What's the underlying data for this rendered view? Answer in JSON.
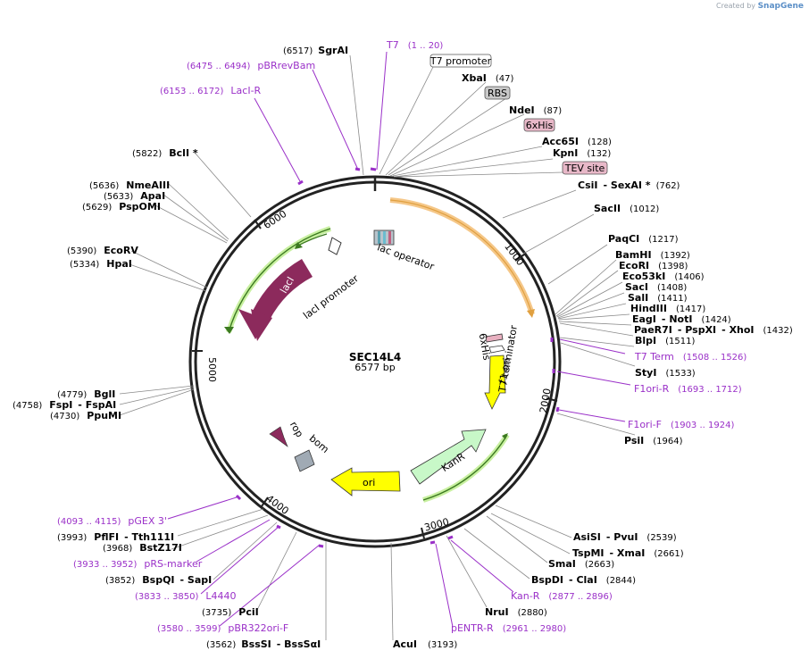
{
  "credit": {
    "created_by": "Created by",
    "brand": "SnapGene"
  },
  "plasmid": {
    "name": "SEC14L4",
    "size": "6577 bp"
  },
  "ticks": [
    "1000",
    "2000",
    "3000",
    "4000",
    "5000",
    "6000"
  ],
  "colors": {
    "primer": "#9a30c8",
    "line": "#8a8a8a",
    "backbone": "#222222"
  },
  "enzymes": [
    {
      "name": "SgrAI",
      "pos": "(6517)"
    },
    {
      "name": "XbaI",
      "pos": "(47)"
    },
    {
      "name": "NdeI",
      "pos": "(87)"
    },
    {
      "name": "Acc65I",
      "pos": "(128)"
    },
    {
      "name": "KpnI",
      "pos": "(132)"
    },
    {
      "name": "CsiI",
      "name2": "SexAI *",
      "pos": "(762)"
    },
    {
      "name": "SacII",
      "pos": "(1012)"
    },
    {
      "name": "PaqCI",
      "pos": "(1217)"
    },
    {
      "name": "BamHI",
      "pos": "(1392)"
    },
    {
      "name": "EcoRI",
      "pos": "(1398)"
    },
    {
      "name": "Eco53kI",
      "pos": "(1406)"
    },
    {
      "name": "SacI",
      "pos": "(1408)"
    },
    {
      "name": "SalI",
      "pos": "(1411)"
    },
    {
      "name": "HindIII",
      "pos": "(1417)"
    },
    {
      "name": "EagI",
      "name2": "NotI",
      "pos": "(1424)"
    },
    {
      "name": "PaeR7I",
      "name2": "PspXI",
      "name3": "XhoI",
      "pos": "(1432)"
    },
    {
      "name": "BlpI",
      "pos": "(1511)"
    },
    {
      "name": "StyI",
      "pos": "(1533)"
    },
    {
      "name": "PsiI",
      "pos": "(1964)"
    },
    {
      "name": "AsiSI",
      "name2": "PvuI",
      "pos": "(2539)"
    },
    {
      "name": "TspMI",
      "name2": "XmaI",
      "pos": "(2661)"
    },
    {
      "name": "SmaI",
      "pos": "(2663)"
    },
    {
      "name": "BspDI",
      "name2": "ClaI",
      "pos": "(2844)"
    },
    {
      "name": "NruI",
      "pos": "(2880)"
    },
    {
      "name": "AcuI",
      "pos": "(3193)"
    },
    {
      "name": "BssSI",
      "name2": "BssSαI",
      "pos": "(3562)"
    },
    {
      "name": "PciI",
      "pos": "(3735)"
    },
    {
      "name": "BspQI",
      "name2": "SapI",
      "pos": "(3852)"
    },
    {
      "name": "BstZ17I",
      "pos": "(3968)"
    },
    {
      "name": "PflFI",
      "name2": "Tth111I",
      "pos": "(3993)"
    },
    {
      "name": "PpuMI",
      "pos": "(4730)"
    },
    {
      "name": "FspI",
      "name2": "FspAI",
      "pos": "(4758)"
    },
    {
      "name": "BglI",
      "pos": "(4779)"
    },
    {
      "name": "HpaI",
      "pos": "(5334)"
    },
    {
      "name": "EcoRV",
      "pos": "(5390)"
    },
    {
      "name": "PspOMI",
      "pos": "(5629)"
    },
    {
      "name": "ApaI",
      "pos": "(5633)"
    },
    {
      "name": "NmeAIII",
      "pos": "(5636)"
    },
    {
      "name": "BclI *",
      "pos": "(5822)"
    }
  ],
  "primers": [
    {
      "name": "T7",
      "range": "(1 .. 20)"
    },
    {
      "name": "pBRrevBam",
      "range": "(6475 .. 6494)"
    },
    {
      "name": "LacI-R",
      "range": "(6153 .. 6172)"
    },
    {
      "name": "T7 Term",
      "range": "(1508 .. 1526)"
    },
    {
      "name": "F1ori-R",
      "range": "(1693 .. 1712)"
    },
    {
      "name": "F1ori-F",
      "range": "(1903 .. 1924)"
    },
    {
      "name": "Kan-R",
      "range": "(2877 .. 2896)"
    },
    {
      "name": "pENTR-R",
      "range": "(2961 .. 2980)"
    },
    {
      "name": "pBR322ori-F",
      "range": "(3580 .. 3599)"
    },
    {
      "name": "L4440",
      "range": "(3833 .. 3850)"
    },
    {
      "name": "pRS-marker",
      "range": "(3933 .. 3952)"
    },
    {
      "name": "pGEX 3'",
      "range": "(4093 .. 4115)"
    }
  ],
  "boxed_features": [
    "T7 promoter",
    "RBS",
    "6xHis",
    "TEV site"
  ],
  "features": [
    "lacI",
    "lacI promoter",
    "lac operator",
    "6xHis",
    "T7 terminator",
    "f1 ori",
    "KanR",
    "ori",
    "rop",
    "bom"
  ]
}
